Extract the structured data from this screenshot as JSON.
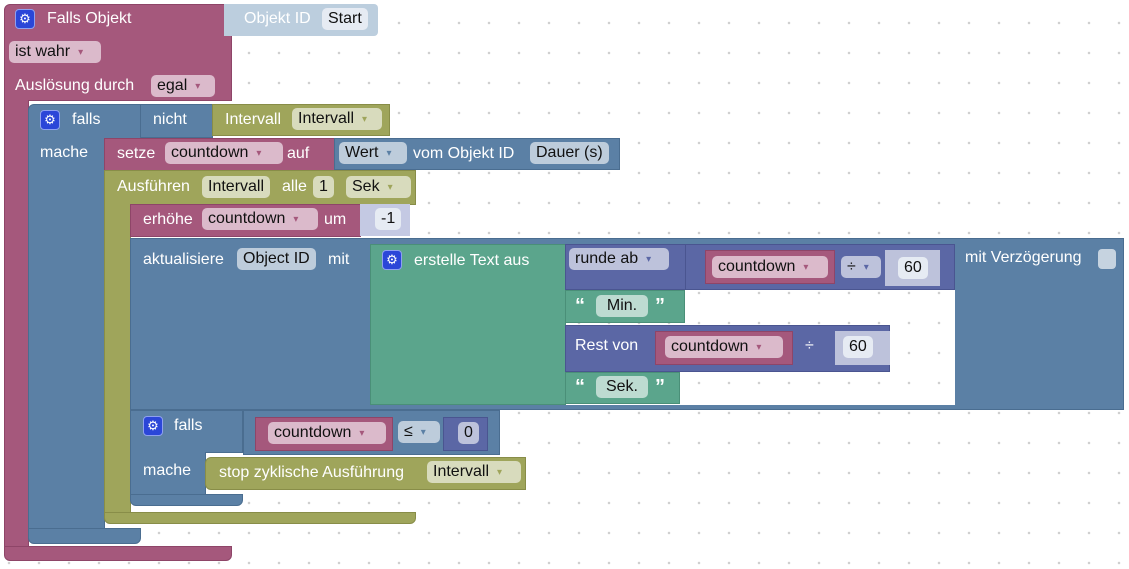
{
  "event_block": {
    "title": "Falls Objekt",
    "condition": "ist wahr",
    "trigger_label": "Auslösung durch",
    "trigger_value": "egal",
    "object_label": "Objekt ID",
    "object_value": "Start"
  },
  "outer_if": {
    "label": "falls",
    "do_label": "mache",
    "not_label": "nicht",
    "timer_label": "Intervall",
    "timer_value": "Intervall"
  },
  "set_block": {
    "label": "setze",
    "variable": "countdown",
    "to_label": "auf",
    "value_dropdown": "Wert",
    "of_label": "vom Objekt ID",
    "object": "Dauer (s)"
  },
  "interval_block": {
    "label": "Ausführen",
    "name": "Intervall",
    "every_label": "alle",
    "every_value": "1",
    "unit": "Sek"
  },
  "increment_block": {
    "label": "erhöhe",
    "variable": "countdown",
    "by_label": "um",
    "value": "-1"
  },
  "update_block": {
    "label": "aktualisiere",
    "object": "Object ID",
    "with_label": "mit",
    "delay_label": "mit Verzögerung"
  },
  "text_join": {
    "label": "erstelle Text aus",
    "round_label": "runde ab",
    "var1": "countdown",
    "op1": "÷",
    "num1": "60",
    "text1": "Min.",
    "mod_label": "Rest von",
    "var2": "countdown",
    "op2": "÷",
    "num2": "60",
    "text2": "Sek.",
    "open_quote": "“",
    "close_quote": "”"
  },
  "inner_if": {
    "label": "falls",
    "do_label": "mache",
    "variable": "countdown",
    "operator": "≤",
    "value": "0",
    "stop_label": "stop zyklische Ausführung",
    "stop_target": "Intervall"
  },
  "icons": {
    "gear": "gear-icon",
    "dropdown": "▾"
  },
  "colors": {
    "event": "#a5587c",
    "logic": "#5b80a5",
    "timer": "#9fa55b",
    "text": "#5ba58c",
    "math": "#5b67a5"
  }
}
